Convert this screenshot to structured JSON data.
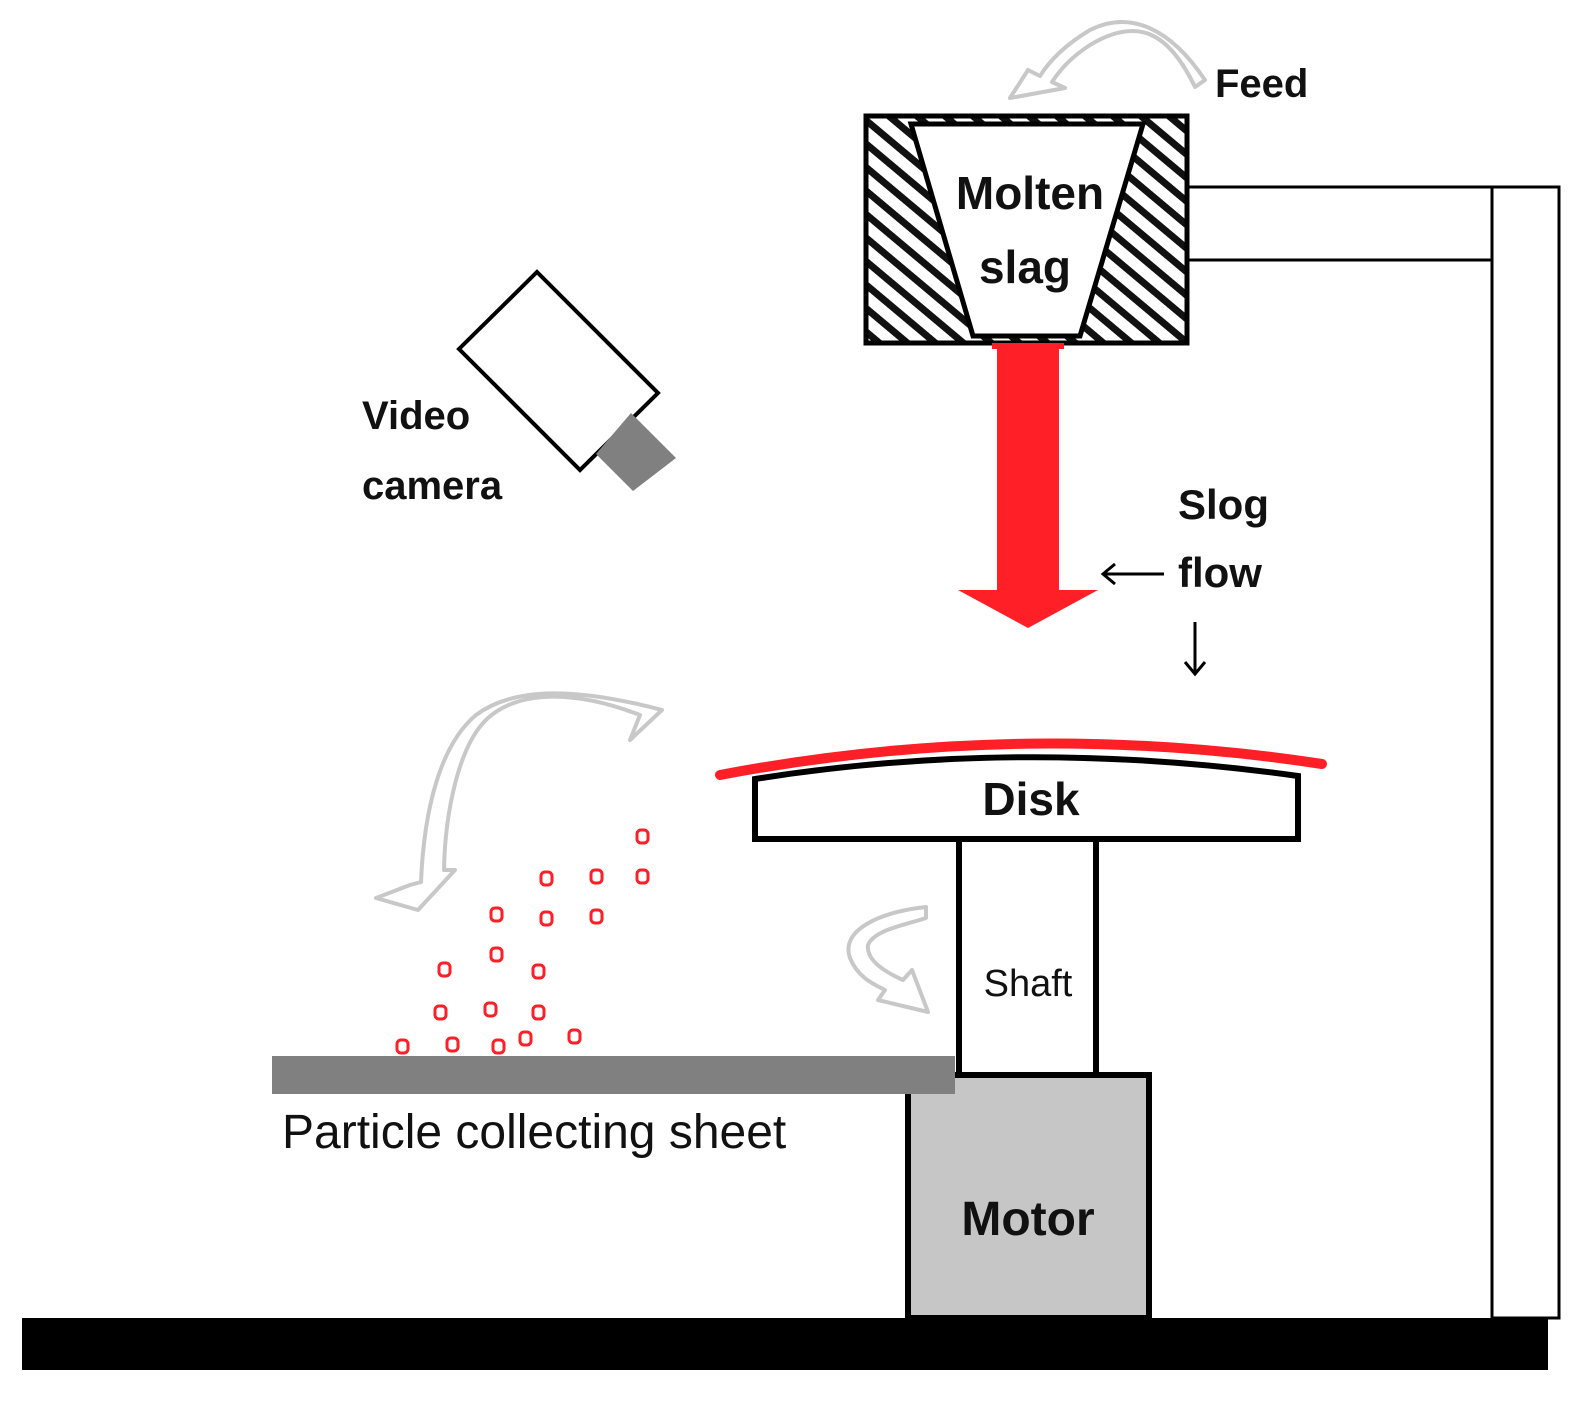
{
  "labels": {
    "feed": "Feed",
    "molten_line1": "Molten",
    "molten_line2": "slag",
    "video_line1": "Video",
    "video_line2": "camera",
    "slog_line1": "Slog",
    "slog_line2": "flow",
    "disk": "Disk",
    "shaft": "Shaft",
    "sheet": "Particle collecting sheet",
    "motor": "Motor"
  },
  "colors": {
    "slag_red": "#ff1f26",
    "outline": "#000000",
    "motor_fill": "#c6c6c6",
    "sheet_fill": "#808080",
    "camera_lens": "#808080",
    "curved_arrow": "#c8c8c8"
  },
  "icons": {
    "feed_arrow": "curved-arrow-icon",
    "flow_arrow": "down-arrow-icon",
    "spin_arrow": "rotation-arrow-icon",
    "scatter_arrow": "curved-arrow-icon"
  }
}
